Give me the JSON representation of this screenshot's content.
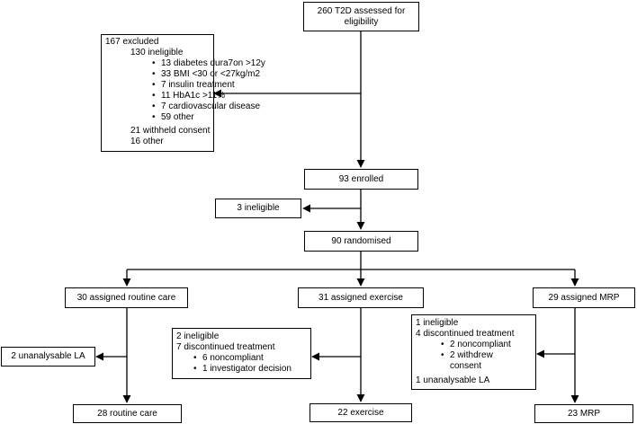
{
  "assessed": "260 T2D assessed for eligibility",
  "excluded": {
    "title": "167 excluded",
    "ineligible": "130 ineligible",
    "reasons": [
      "13 diabetes dura7on >12y",
      "33 BMI <30 or <27kg/m2",
      "7 insulin treatment",
      "11 HbA1c >11%",
      "7 cardiovascular disease",
      "59 other"
    ],
    "withheld": "21 withheld consent",
    "other": "16 other"
  },
  "enrolled": "93 enrolled",
  "ineligible_after_enrol": "3 ineligible",
  "randomised": "90 randomised",
  "arms": {
    "routine": {
      "assigned": "30 assigned routine care",
      "loss": "2 unanalysable LA",
      "final": "28 routine care"
    },
    "exercise": {
      "assigned": "31 assigned exercise",
      "loss_lines": [
        "2 ineligible",
        "7 discontinued treatment"
      ],
      "loss_bullets": [
        "6 noncompliant",
        "1 investigator decision"
      ],
      "final": "22 exercise"
    },
    "mrp": {
      "assigned": "29 assigned MRP",
      "loss_lines": [
        "1 ineligible",
        "4 discontinued treatment"
      ],
      "loss_bullets": [
        "2 noncompliant",
        "2 withdrew",
        "consent"
      ],
      "loss_tail": "1 unanalysable LA",
      "final": "23 MRP"
    }
  }
}
